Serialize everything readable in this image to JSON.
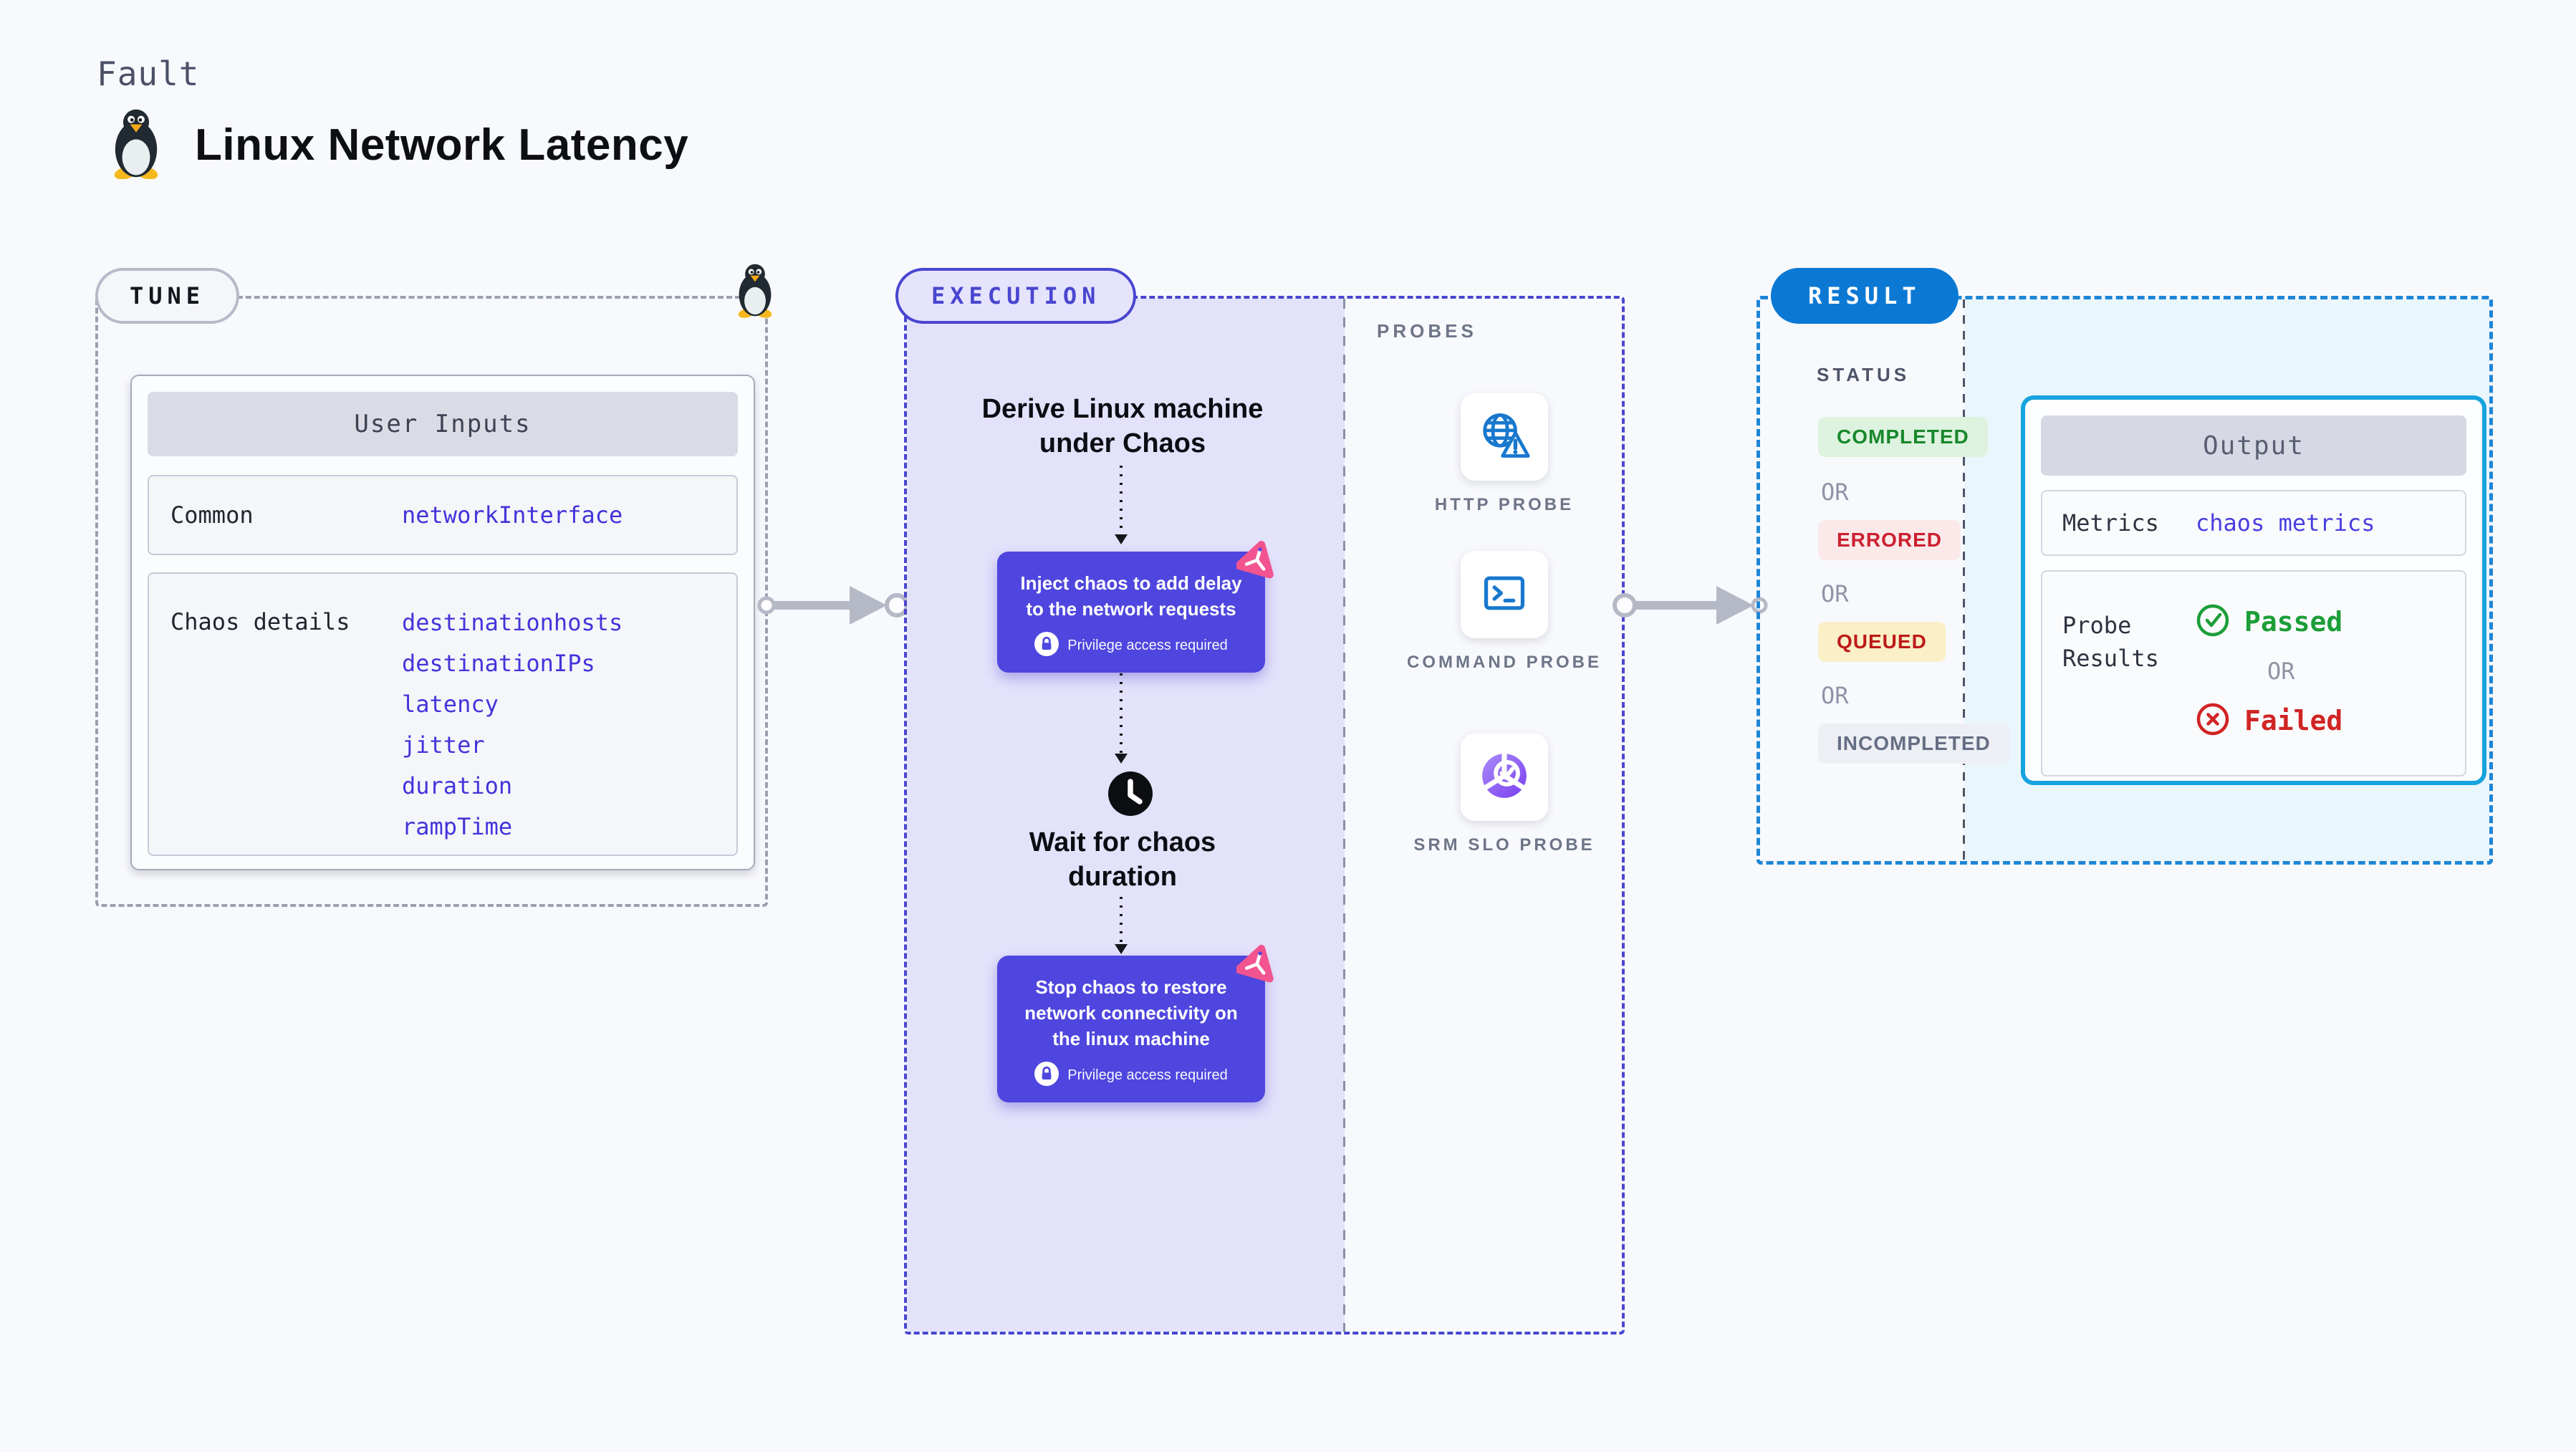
{
  "header": {
    "kicker": "Fault",
    "title": "Linux Network Latency"
  },
  "tune": {
    "badge": "TUNE",
    "table": {
      "header": "User Inputs",
      "rows": [
        {
          "label": "Common",
          "values": [
            "networkInterface"
          ]
        },
        {
          "label": "Chaos details",
          "values": [
            "destinationhosts",
            "destinationIPs",
            "latency",
            "jitter",
            "duration",
            "rampTime"
          ]
        }
      ]
    }
  },
  "execution": {
    "badge": "EXECUTION",
    "steps": {
      "derive": "Derive Linux machine under Chaos",
      "inject": "Inject chaos to add delay to the network requests",
      "wait": "Wait for chaos duration",
      "stop": "Stop chaos to restore network connectivity on the linux machine",
      "privilege": "Privilege access required"
    }
  },
  "probes": {
    "heading": "PROBES",
    "items": [
      {
        "label": "HTTP PROBE",
        "icon": "globe-warning-icon"
      },
      {
        "label": "COMMAND PROBE",
        "icon": "terminal-icon"
      },
      {
        "label": "SRM SLO PROBE",
        "icon": "slo-donut-icon"
      }
    ]
  },
  "result": {
    "badge": "RESULT",
    "status_heading": "STATUS",
    "or_label": "OR",
    "statuses": [
      {
        "label": "COMPLETED",
        "fg": "#17882c",
        "bg": "#def3df"
      },
      {
        "label": "ERRORED",
        "fg": "#cb2030",
        "bg": "#fbe9ea"
      },
      {
        "label": "QUEUED",
        "fg": "#bd1a1a",
        "bg": "#faefc6"
      },
      {
        "label": "INCOMPLETED",
        "fg": "#666e84",
        "bg": "#edeff5"
      }
    ],
    "output": {
      "header": "Output",
      "metrics_label": "Metrics",
      "metrics_value": "chaos metrics",
      "probe_results_label": "Probe Results",
      "passed": "Passed",
      "failed": "Failed"
    }
  },
  "palette": {
    "page_bg": "#f8f9fd",
    "indigo_accent": "#4946d0",
    "node_purple": "#4e46de",
    "purple_zone": "#e4e2fb",
    "result_blue": "#0b79d4",
    "result_dash": "#1e86d6",
    "cyan_zone": "#e9f6fc",
    "output_border": "#16a3de",
    "probe_icon_blue": "#1878ce",
    "pink_chaos": "#f25490",
    "passed_green": "#1d9e38",
    "failed_red": "#d12424",
    "arrow_gray": "#b5b9c6"
  }
}
